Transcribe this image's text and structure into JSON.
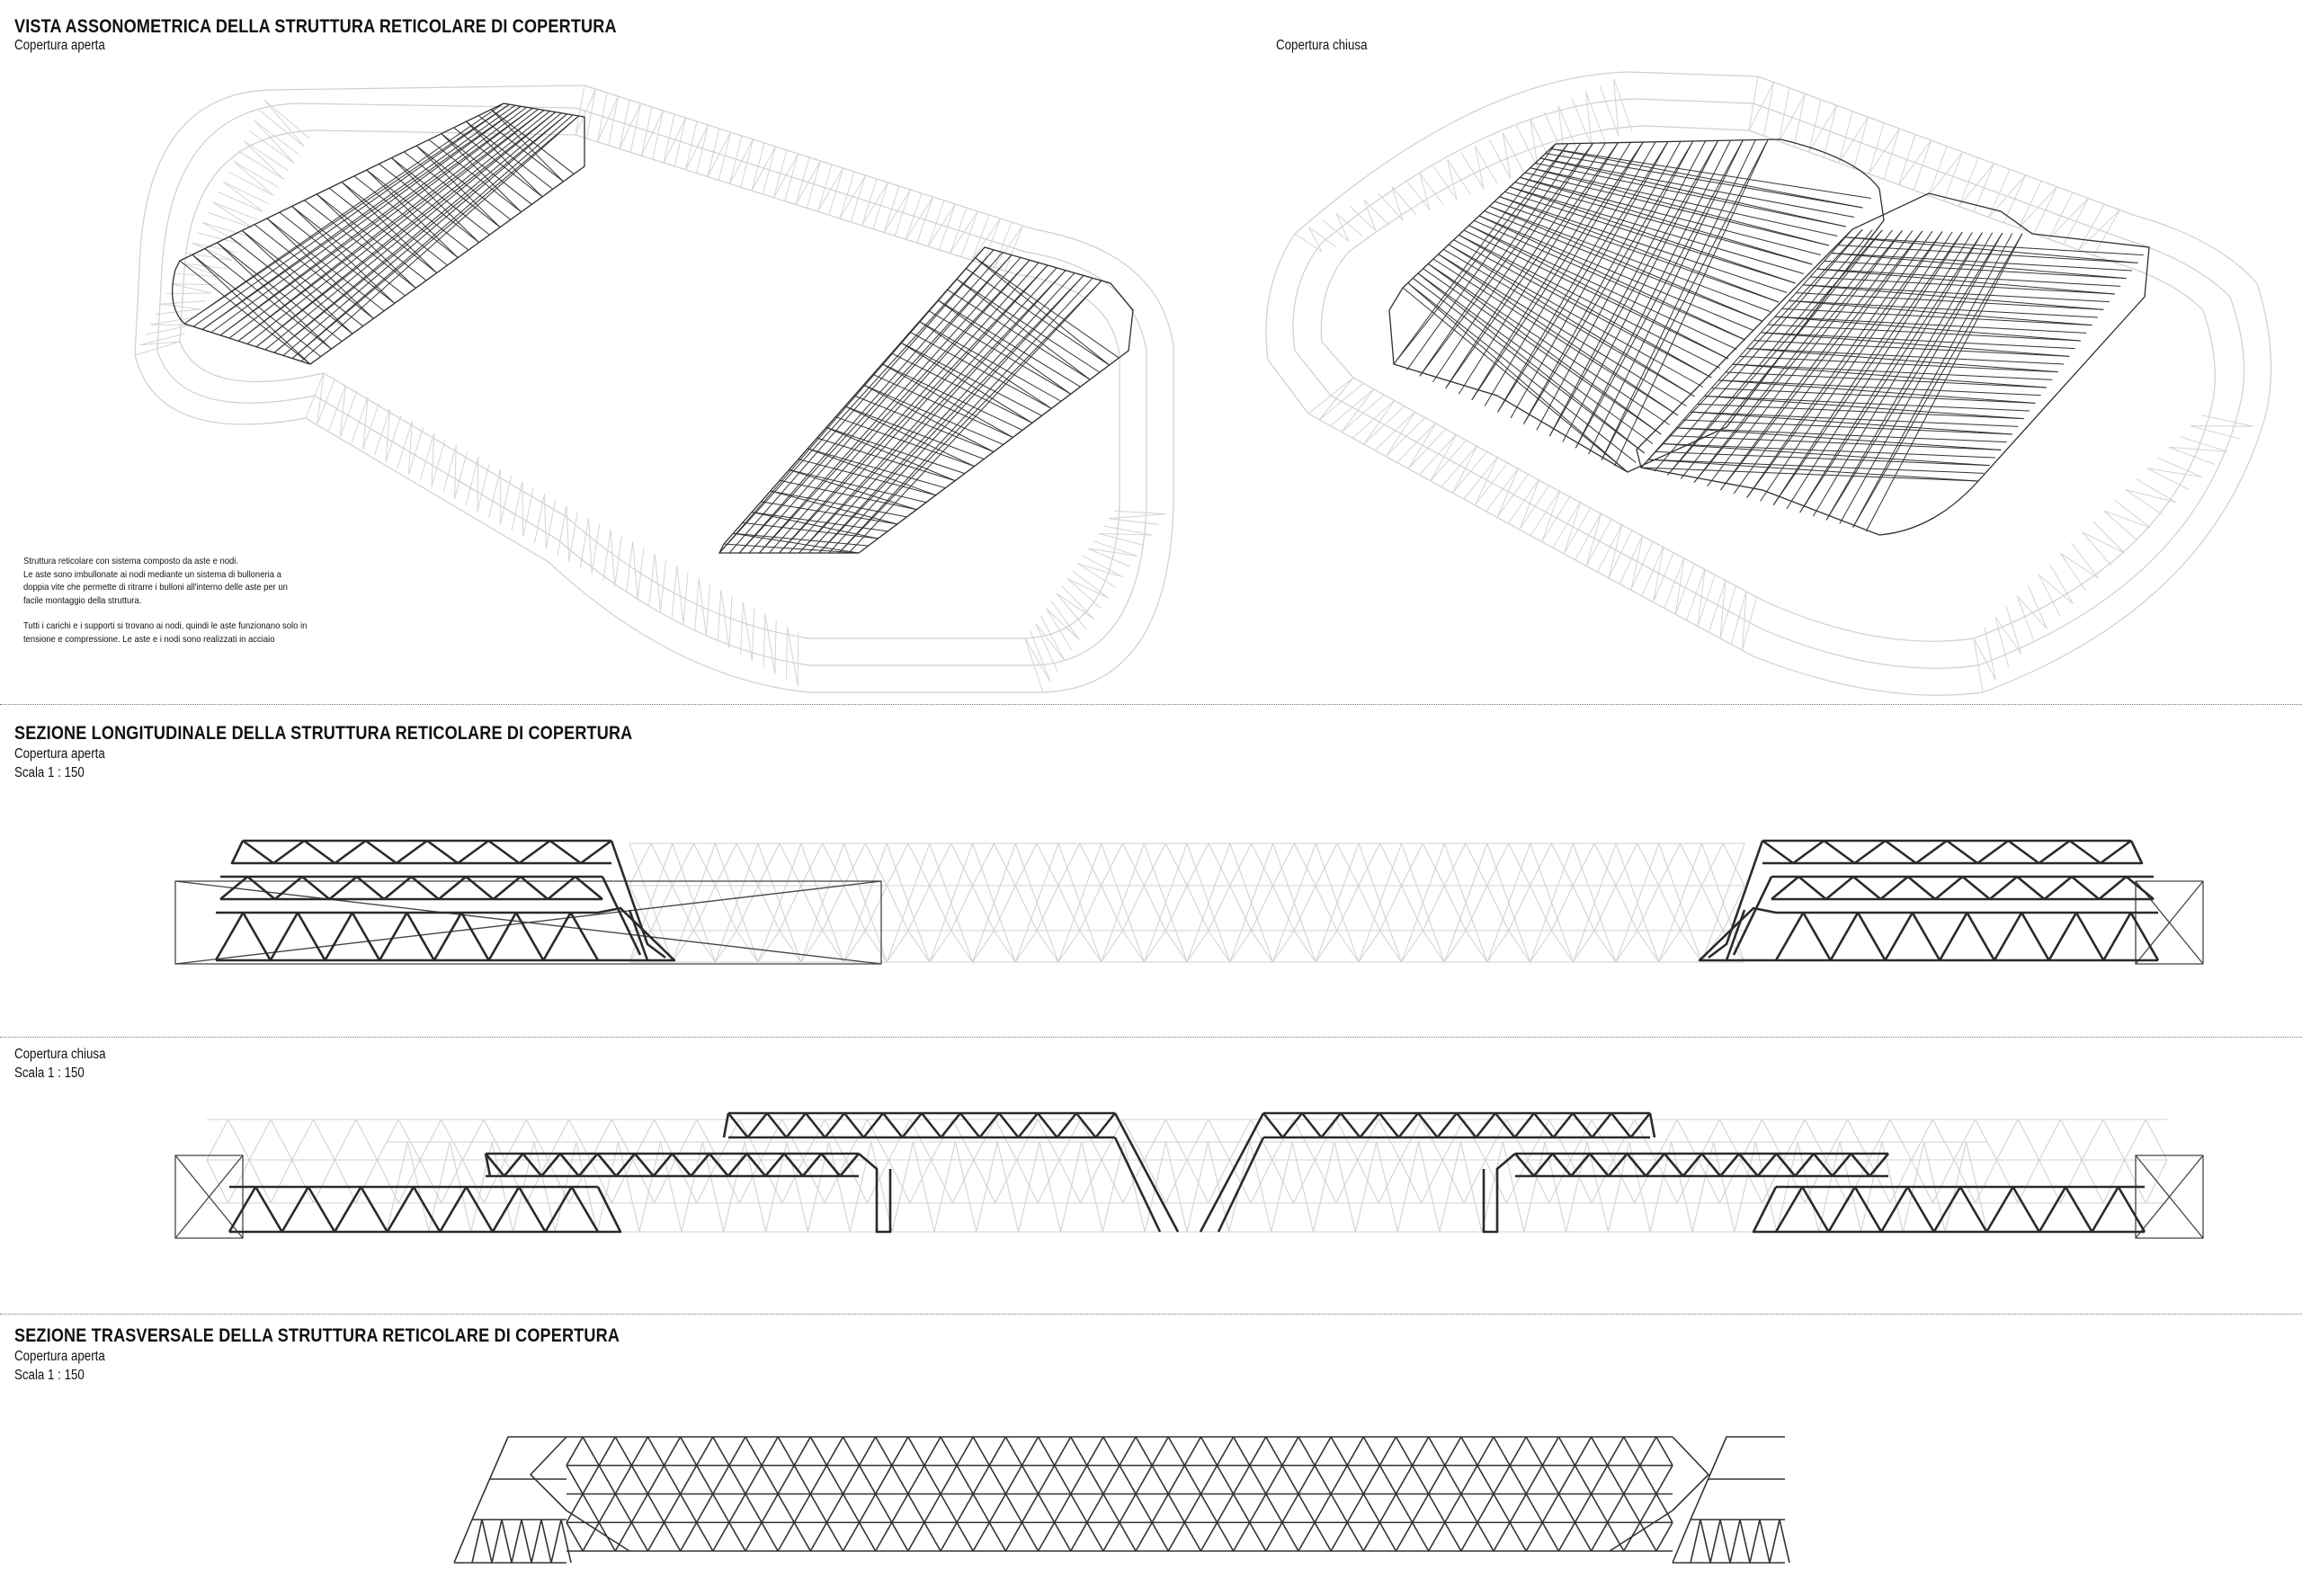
{
  "sections": {
    "axonometric": {
      "title": "VISTA ASSONOMETRICA DELLA STRUTTURA RETICOLARE DI COPERTURA",
      "open_label": "Copertura aperta",
      "closed_label": "Copertura chiusa",
      "note": [
        "Struttura reticolare con sistema  composto da aste e nodi.",
        "Le aste sono imbullonate ai nodi mediante un sistema di bulloneria a",
        "doppia vite che permette di ritrarre i bulloni all'interno delle aste per un",
        "facile montaggio della struttura.",
        "",
        "Tutti i carichi e i supporti si trovano ai nodi, quindi le aste funzionano solo in",
        "tensione e compressione. Le aste e i nodi sono realizzati in acciaio"
      ]
    },
    "longitudinal": {
      "title": "SEZIONE LONGITUDINALE DELLA STRUTTURA RETICOLARE DI COPERTURA",
      "open_label": "Copertura aperta",
      "open_scale": "Scala 1 : 150",
      "closed_label": "Copertura chiusa",
      "closed_scale": "Scala 1 : 150"
    },
    "transversal": {
      "title": "SEZIONE TRASVERSALE DELLA STRUTTURA RETICOLARE DI COPERTURA",
      "open_label": "Copertura aperta",
      "open_scale": "Scala 1 : 150"
    }
  },
  "colors": {
    "dark_member": "#2a2a2a",
    "light_member": "#c8c8c8",
    "divider": "#777777"
  }
}
